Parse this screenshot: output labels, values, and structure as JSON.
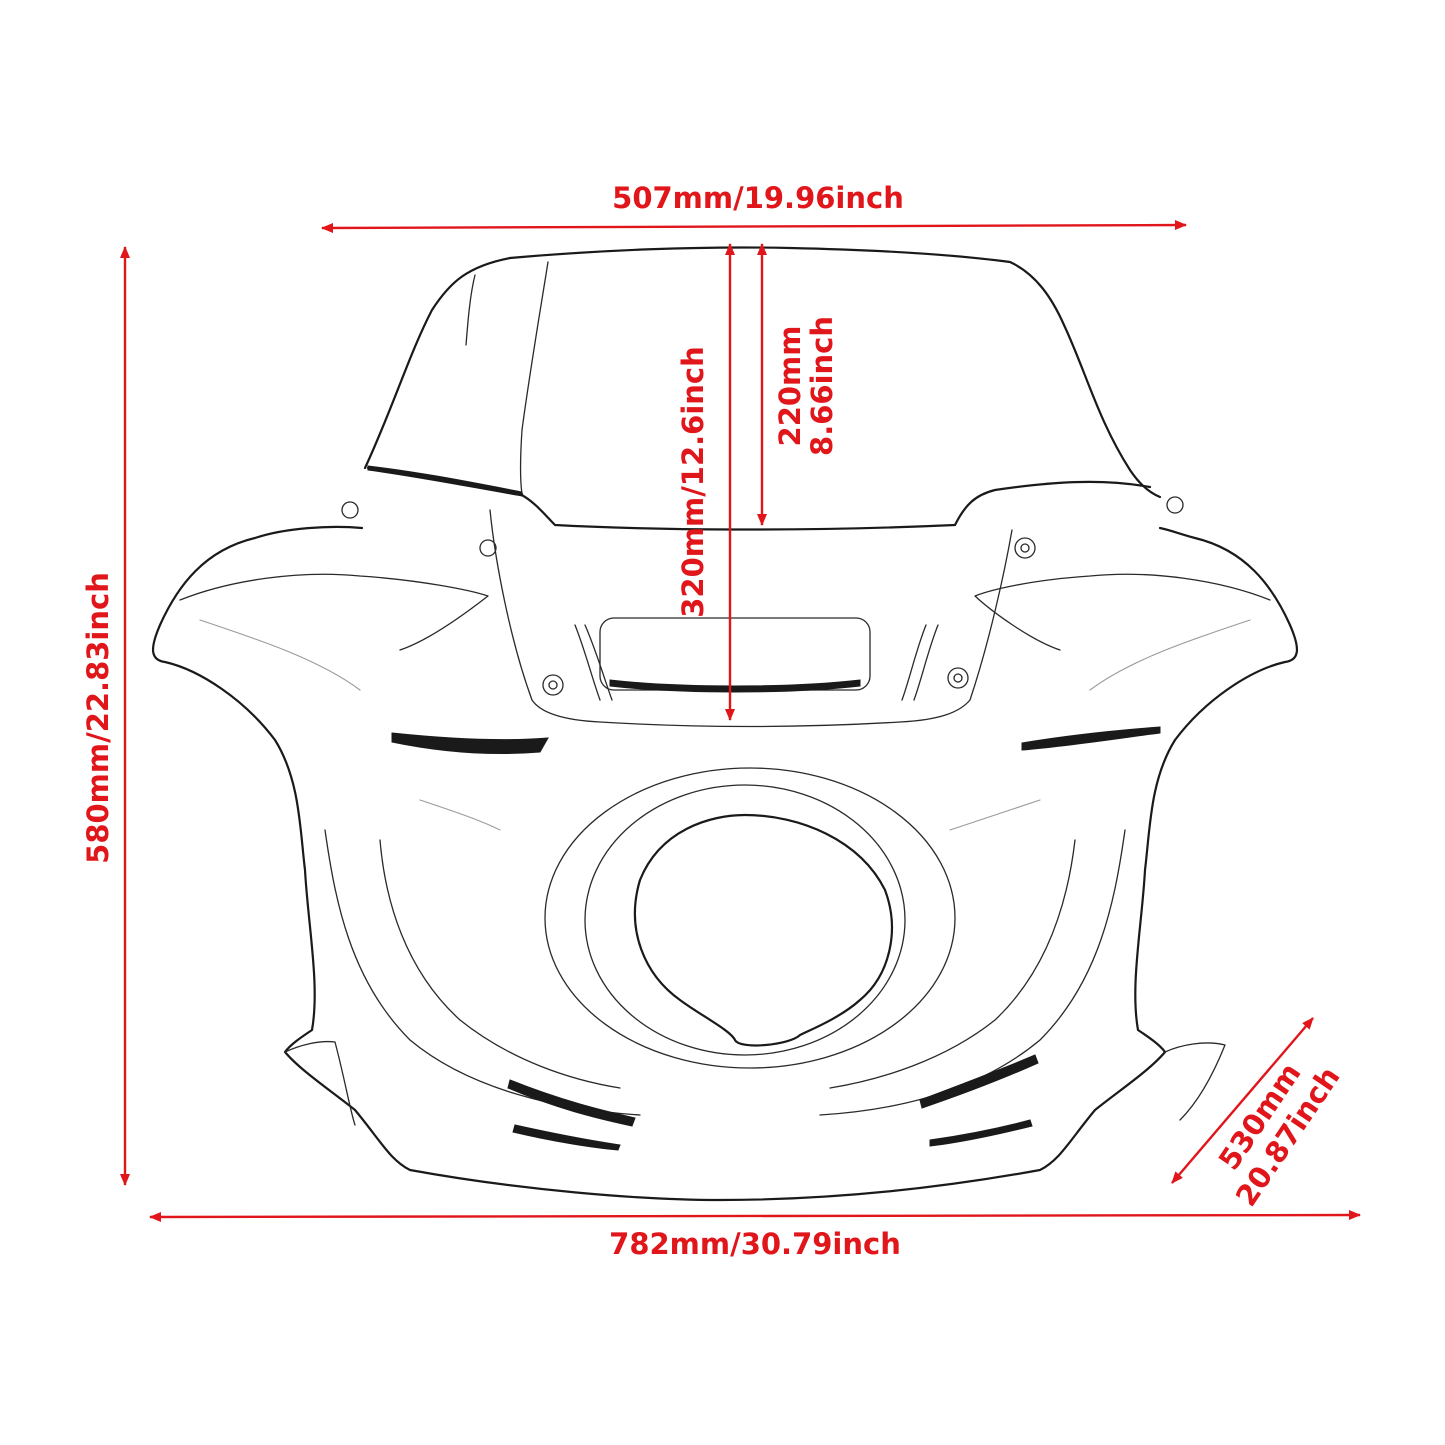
{
  "diagram": {
    "subject": "fairing-with-windshield",
    "accent_color": "#e0161b",
    "dimensions": {
      "windshield_width": "507mm/19.96inch",
      "windshield_height_total": "320mm/12.6inch",
      "windshield_height_upper_line1": "220mm",
      "windshield_height_upper_line2": "8.66inch",
      "overall_height": "580mm/22.83inch",
      "overall_width": "782mm/30.79inch",
      "depth_line1": "530mm",
      "depth_line2": "20.87inch"
    }
  }
}
